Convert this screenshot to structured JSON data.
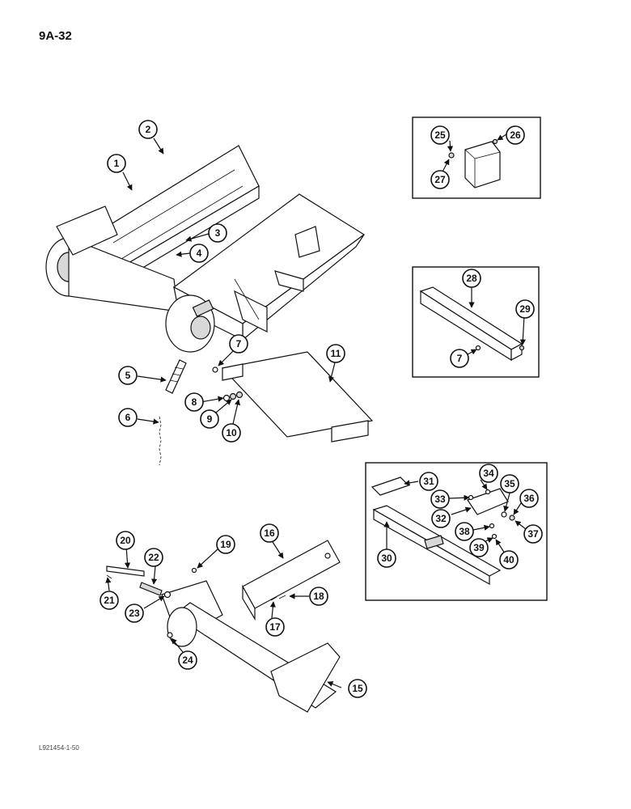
{
  "page_number": "9A-32",
  "figure_code": "L921454-1-50",
  "callouts": [
    "1",
    "2",
    "3",
    "4",
    "5",
    "6",
    "7",
    "8",
    "9",
    "10",
    "11",
    "15",
    "16",
    "17",
    "18",
    "19",
    "20",
    "21",
    "22",
    "23",
    "24",
    "25",
    "26",
    "27",
    "28",
    "29",
    "7",
    "30",
    "31",
    "32",
    "33",
    "34",
    "35",
    "36",
    "37",
    "38",
    "39",
    "40"
  ]
}
